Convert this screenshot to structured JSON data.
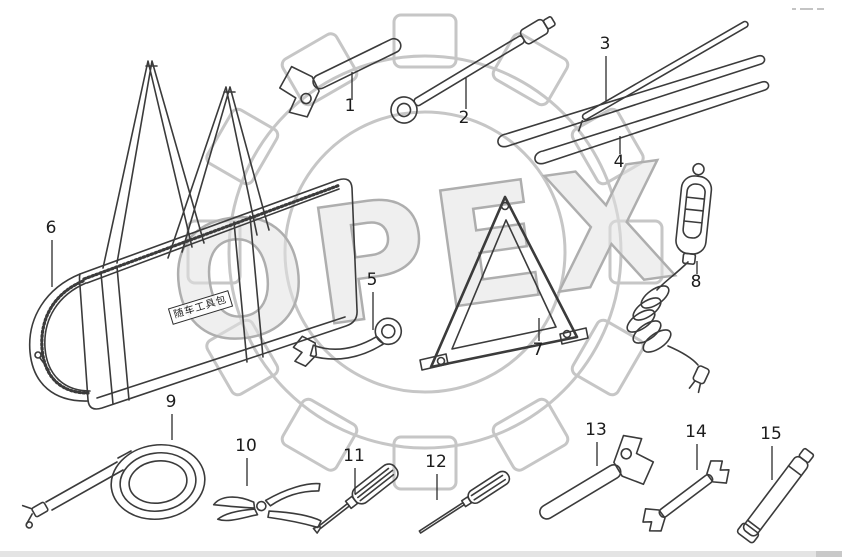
{
  "watermark": {
    "text": "OPEX"
  },
  "bag": {
    "label": "随车工具包"
  },
  "parts": [
    {
      "label": "1",
      "tool": "adjustable wrench"
    },
    {
      "label": "2",
      "tool": "wheel socket wrench"
    },
    {
      "label": "3",
      "tool": "jack rod"
    },
    {
      "label": "4",
      "tool": "tire levers"
    },
    {
      "label": "5",
      "tool": "small spanner"
    },
    {
      "label": "6",
      "tool": "tool bag"
    },
    {
      "label": "7",
      "tool": "warning triangle"
    },
    {
      "label": "8",
      "tool": "inspection lamp with cord"
    },
    {
      "label": "9",
      "tool": "coiled hose"
    },
    {
      "label": "10",
      "tool": "pliers"
    },
    {
      "label": "11",
      "tool": "screwdriver"
    },
    {
      "label": "12",
      "tool": "long screwdriver"
    },
    {
      "label": "13",
      "tool": "adjustable wrench"
    },
    {
      "label": "14",
      "tool": "open-end wrench"
    },
    {
      "label": "15",
      "tool": "socket tube"
    }
  ],
  "colors": {
    "line": "#3b3b3b",
    "watermark": "#c6c6c6",
    "background": "#ffffff"
  }
}
